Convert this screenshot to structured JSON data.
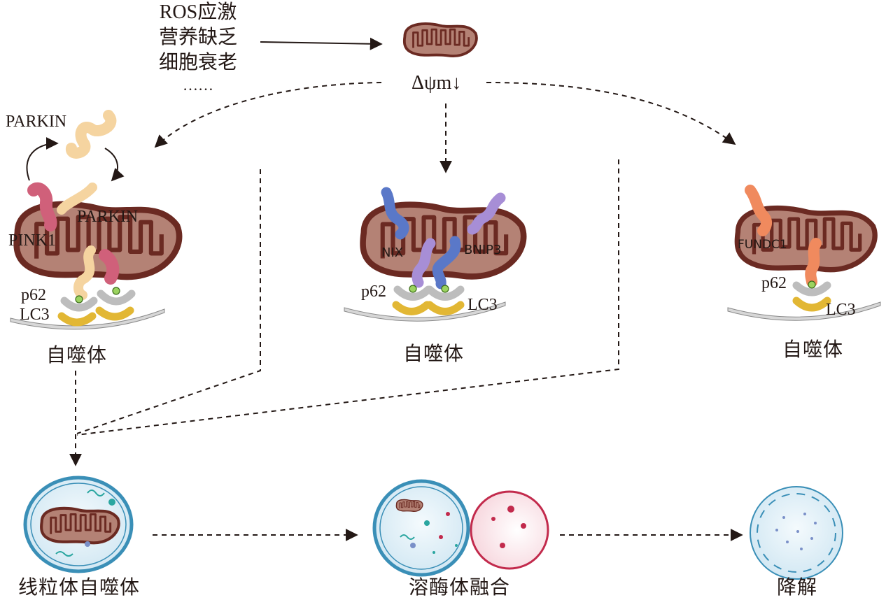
{
  "stress_factors": [
    "ROS应激",
    "营养缺乏",
    "细胞衰老",
    "……"
  ],
  "membrane_potential": "Δψm↓",
  "pathways": {
    "pink1_parkin": {
      "parkin_top": "PARKIN",
      "parkin_bound": "PARKIN",
      "pink1": "PINK1",
      "p62": "p62",
      "lc3": "LC3",
      "caption": "自噬体"
    },
    "nix_bnip3": {
      "nix": "NIX",
      "bnip3": "BNIP3",
      "p62": "p62",
      "lc3": "LC3",
      "caption": "自噬体"
    },
    "fundc1": {
      "fundc1": "FUNDC1",
      "p62": "p62",
      "lc3": "LC3",
      "caption": "自噬体"
    }
  },
  "stages": {
    "mitophagosome": "线粒体自噬体",
    "lysosome_fusion": "溶酶体融合",
    "degradation": "降解"
  },
  "colors": {
    "mito_fill": "#b48275",
    "mito_outline": "#6b2a22",
    "mito_inner": "#c99a8e",
    "parkin": "#f5d4a0",
    "pink1": "#d0607a",
    "nix": "#5a78c8",
    "bnip3": "#a78ed6",
    "fundc1": "#f08a5e",
    "p62": "#bdbdbd",
    "lc3": "#e2b734",
    "ligand": "#9bd35f",
    "autophagosome_membrane": "#3a8fb7",
    "autophagosome_fill": "#ddeef6",
    "lysosome": "#c22a4c"
  }
}
